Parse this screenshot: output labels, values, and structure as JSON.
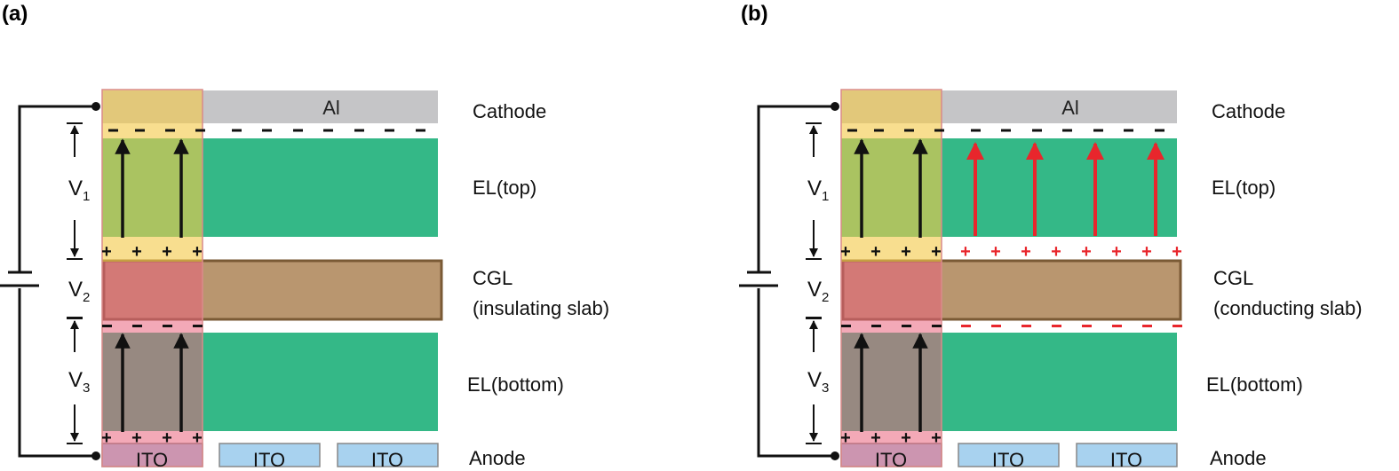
{
  "panels": [
    {
      "letter": "(a)",
      "cathode_text": "Al",
      "anode_texts": [
        "ITO",
        "ITO",
        "ITO"
      ],
      "layer_labels": {
        "cathode": "Cathode",
        "el_top": "EL(top)",
        "cgl_line1": "CGL",
        "cgl_line2": "(insulating slab)",
        "el_bottom": "EL(bottom)",
        "anode": "Anode"
      },
      "voltages": [
        "V1",
        "V2",
        "V3"
      ],
      "cgl_type": "insulating",
      "colors": {
        "al": "#c5c5c7",
        "el": "#34b887",
        "cgl": "#b9966f",
        "cgl_border": "#7a5a35",
        "ito": "#a8d2ef",
        "overlay_top": "#f4c94a",
        "overlay_bottom": "#e9627c"
      }
    },
    {
      "letter": "(b)",
      "cathode_text": "Al",
      "anode_texts": [
        "ITO",
        "ITO",
        "ITO"
      ],
      "layer_labels": {
        "cathode": "Cathode",
        "el_top": "EL(top)",
        "cgl_line1": "CGL",
        "cgl_line2": "(conducting slab)",
        "el_bottom": "EL(bottom)",
        "anode": "Anode"
      },
      "voltages": [
        "V1",
        "V2",
        "V3"
      ],
      "cgl_type": "conducting",
      "colors": {
        "al": "#c5c5c7",
        "el": "#34b887",
        "cgl": "#b9966f",
        "cgl_border": "#7a5a35",
        "ito": "#a8d2ef",
        "red": "#e8262c",
        "overlay_top": "#f4c94a",
        "overlay_bottom": "#e9627c"
      }
    }
  ]
}
